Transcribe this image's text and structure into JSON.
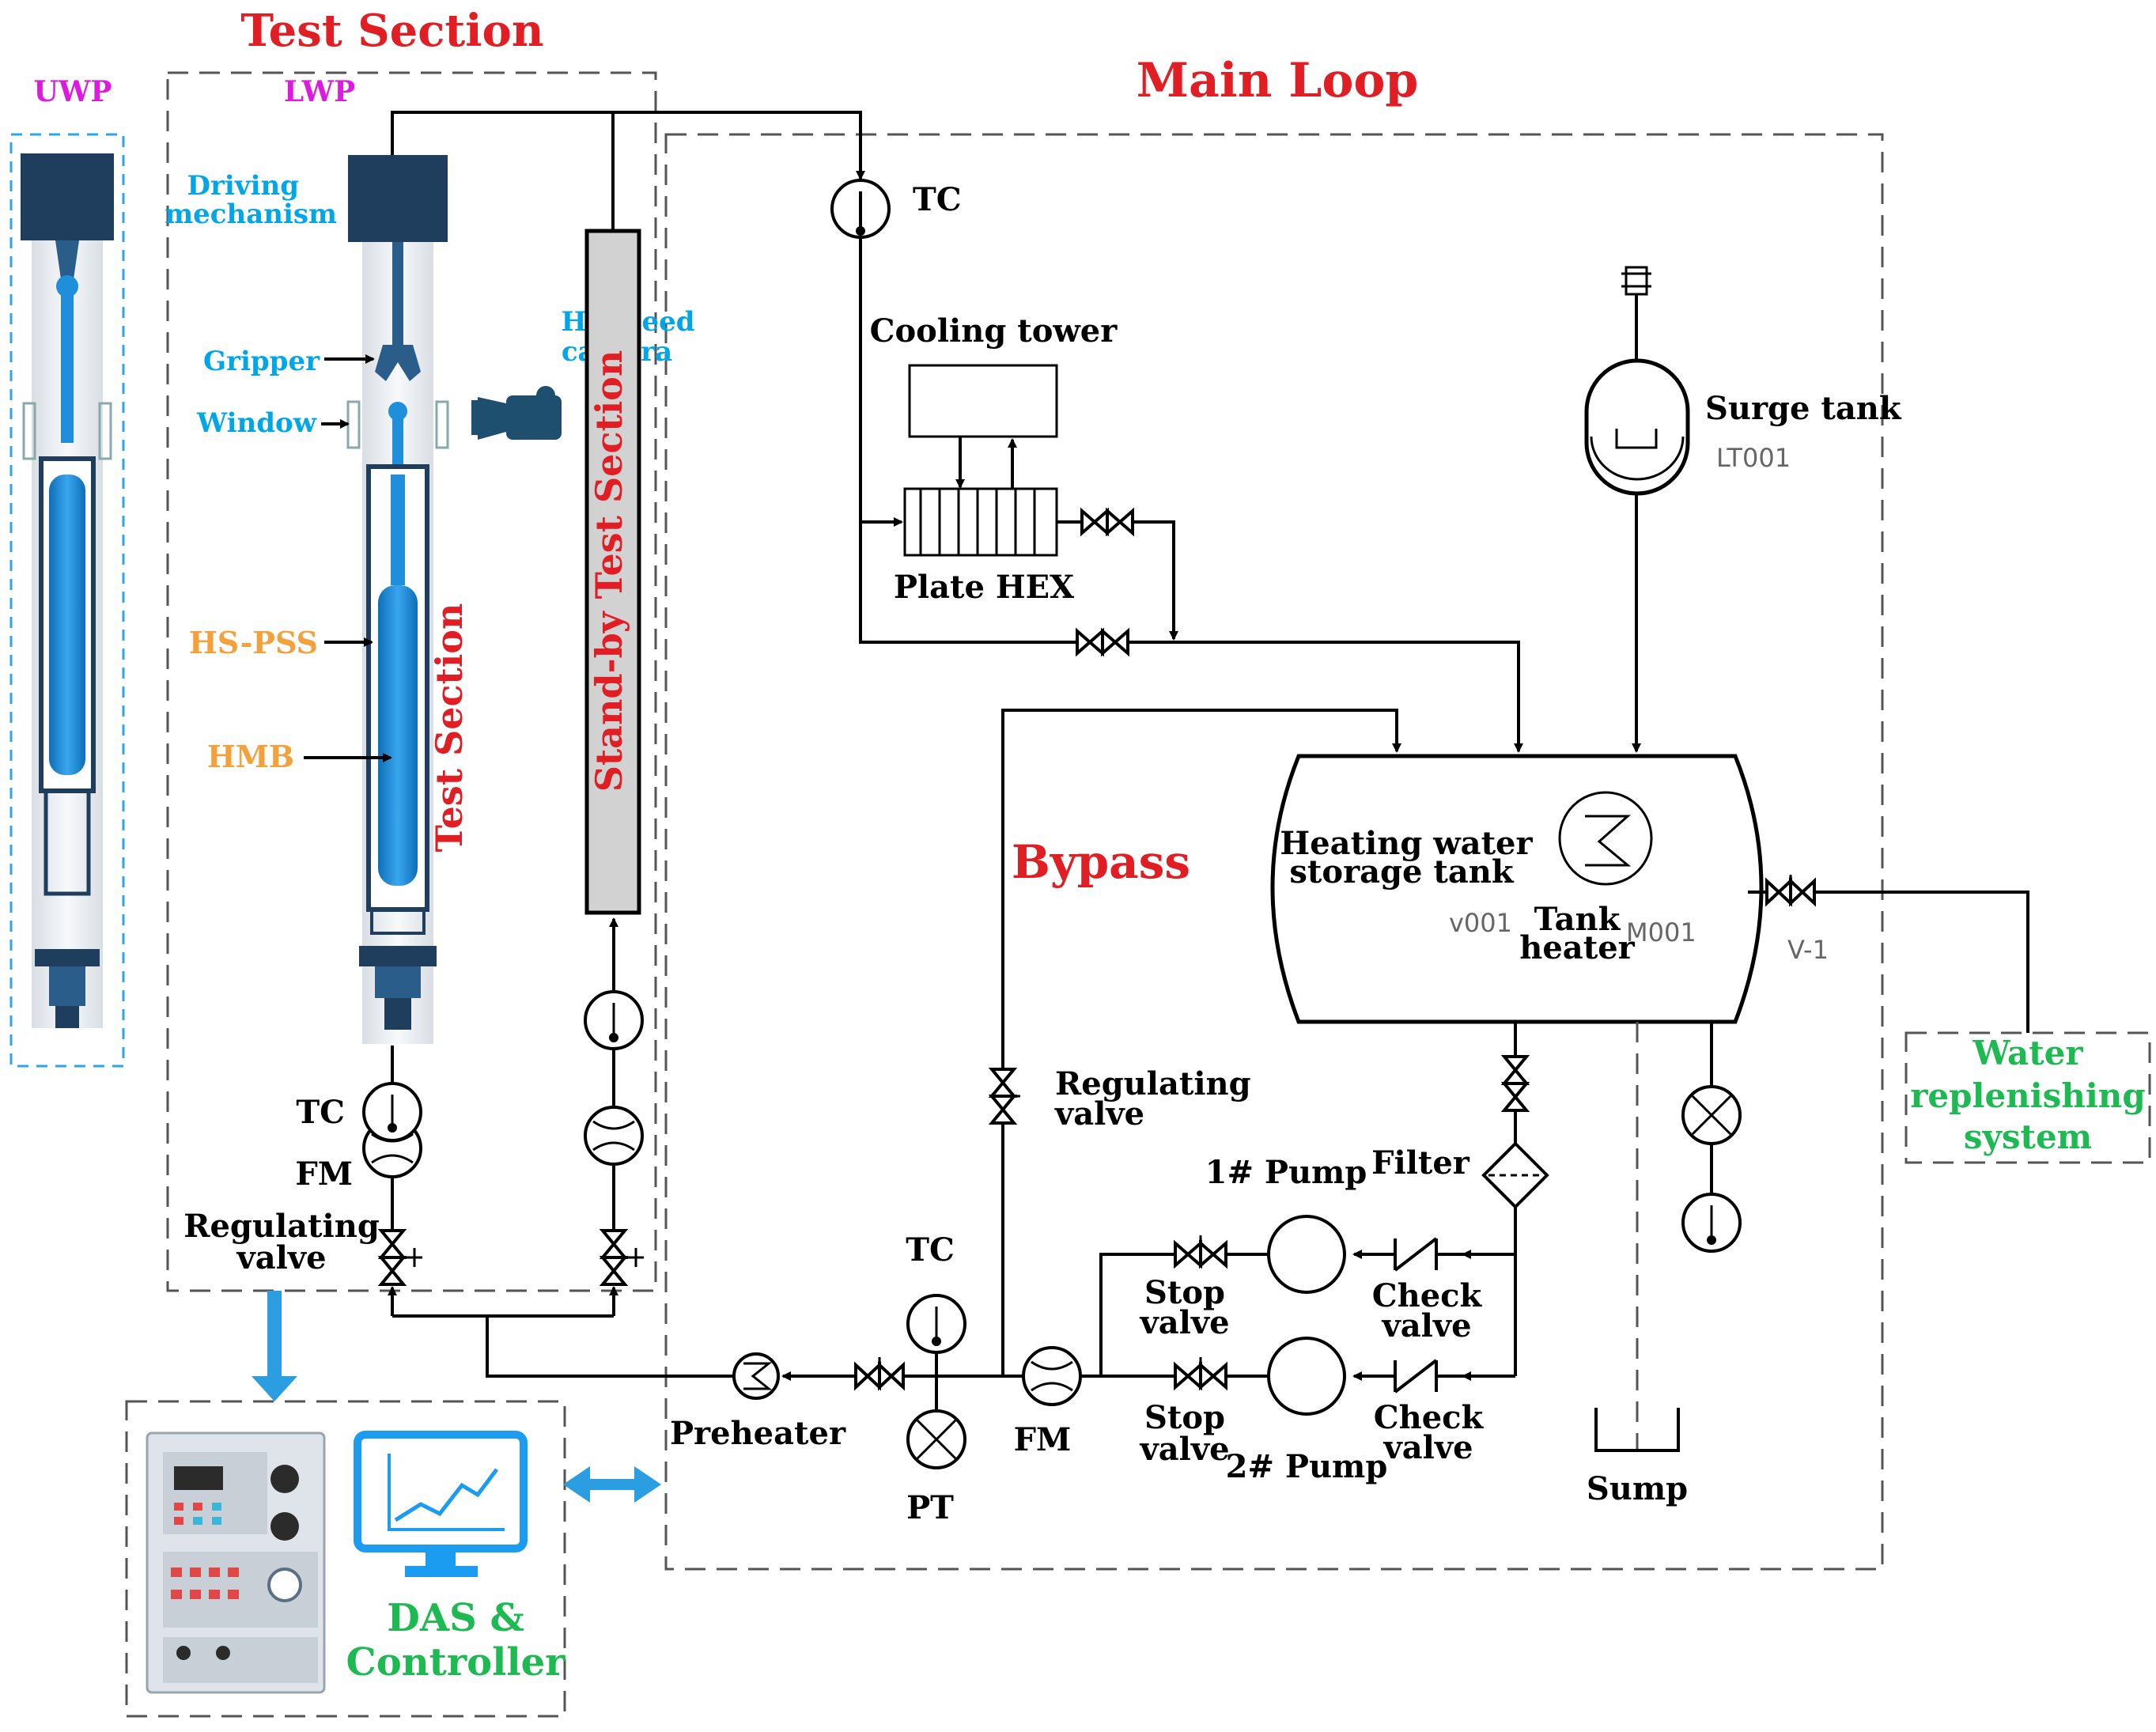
{
  "sections": {
    "test_section_title": "Test Section",
    "main_loop_title": "Main Loop",
    "bypass_title": "Bypass",
    "uwp": "UWP",
    "lwp": "LWP",
    "test_section_vertical": "Test Section",
    "standby_test_section": "Stand-by Test Section"
  },
  "test_section_labels": {
    "driving_mechanism_1": "Driving",
    "driving_mechanism_2": "mechanism",
    "gripper": "Gripper",
    "window": "Window",
    "hi_speed_camera_1": "Hi-speed",
    "hi_speed_camera_2": "camera",
    "hs_pss": "HS-PSS",
    "hmb": "HMB",
    "tc": "TC",
    "fm": "FM",
    "regulating_valve_1": "Regulating",
    "regulating_valve_2": "valve"
  },
  "main_loop_labels": {
    "tc_top": "TC",
    "cooling_tower": "Cooling tower",
    "plate_hex": "Plate HEX",
    "surge_tank": "Surge tank",
    "surge_tank_tag": "LT001",
    "tank_title_1": "Heating water",
    "tank_title_2": "storage  tank",
    "tank_tag": "v001",
    "tank_heater_1": "Tank",
    "tank_heater_2": "heater",
    "tank_heater_tag": "M001",
    "valve_tag": "V-1",
    "water_replenishing_1": "Water",
    "water_replenishing_2": "replenishing",
    "water_replenishing_3": "system",
    "regulating_valve_1": "Regulating",
    "regulating_valve_2": "valve",
    "pump1": "1# Pump",
    "pump2": "2# Pump",
    "filter": "Filter",
    "check_valve_1": "Check",
    "check_valve_2": "valve",
    "stop_valve_1": "Stop",
    "stop_valve_2": "valve",
    "tc_bottom": "TC",
    "fm_bottom": "FM",
    "pt": "PT",
    "preheater": "Preheater",
    "sump": "Sump",
    "das_1": "DAS &",
    "das_2": "Controller"
  },
  "colors": {
    "title_red": "#e01e24",
    "label_blue": "#00a6e8",
    "label_orange": "#f5a03a",
    "label_green": "#1dba52",
    "label_magenta": "#e019e0",
    "rod_blue": "#1f8fdc",
    "head_navy": "#1f3d5c"
  }
}
